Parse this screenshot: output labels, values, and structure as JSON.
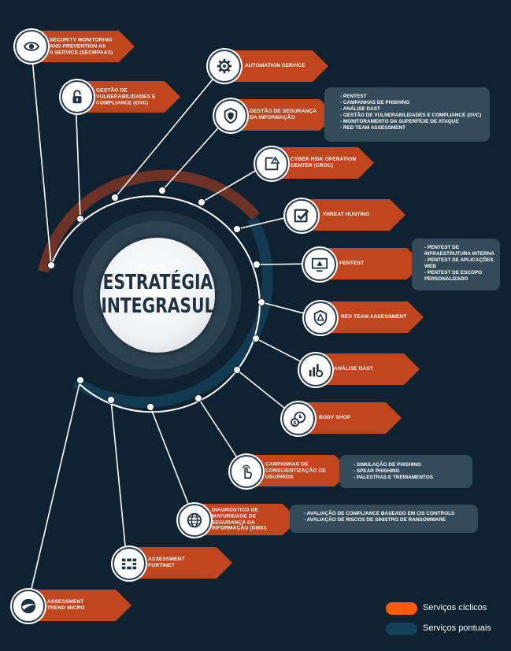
{
  "hub": {
    "title": "ESTRATÉGIA\nINTEGRASUL"
  },
  "services": [
    {
      "label": "SECURITY MONITORING\nAND PREVENTION AS\nA SERVICE (SECMPAAS)",
      "icon": "eye-icon"
    },
    {
      "label": "AUTOMATION SERVICE",
      "icon": "gear-icon"
    },
    {
      "label": "GESTÃO DE\nVULNERABILIDADES E\nCOMPLIANCE (GVC)",
      "icon": "lock-icon"
    },
    {
      "label": "GESTÃO DE SEGURANÇA\nDA INFORMAÇÃO",
      "icon": "shield-icon"
    },
    {
      "label": "CYBER RISK OPERATION\nCENTER (CROC)",
      "icon": "alert-window-icon"
    },
    {
      "label": "THREAT HUNTING",
      "icon": "checkbox-icon"
    },
    {
      "label": "PENTEST",
      "icon": "monitor-alert-icon"
    },
    {
      "label": "RED TEAM ASSESSMENT",
      "icon": "shield-alert-icon"
    },
    {
      "label": "ANÁLISE DAST",
      "icon": "bar-search-icon"
    },
    {
      "label": "BODY SHOP",
      "icon": "clock-coin-icon"
    },
    {
      "label": "CAMPANHAS DE\nCONSCIENTIZAÇÃO DE\nUSUÁRIOS",
      "icon": "hand-touch-icon"
    },
    {
      "label": "DIAGNÓSTICO DE\nMATURIDADE DE\nSEGURANÇA DA\nINFORMAÇÃO (DMSI)",
      "icon": "globe-icon"
    },
    {
      "label": "ASSESSMENT\nFORTINET",
      "icon": "fortinet-logo-icon"
    },
    {
      "label": "ASSESSMENT\nTREND MICRO",
      "icon": "trend-micro-logo-icon"
    }
  ],
  "details": {
    "gsi": [
      "- PENTEST",
      "- CAMPANHAS DE PHISHING",
      "- ANÁLISE DAST",
      "- GESTÃO DE VULNERABILIDADES E COMPLIANCE (GVC)",
      "- MONITORAMENTO DA SUPERFÍCIE DE ATAQUE",
      "- RED TEAM ASSESSMENT"
    ],
    "pentest": [
      "- PENTEST DE INFRAESTRUTURA INTERNA",
      "- PENTEST DE APLICAÇÕES WEB",
      "- PENTEST DE ESCOPO PERSONALIZADO"
    ],
    "campanhas": [
      "- Simulação de Phishing",
      "- Spear Phishing",
      "- Palestras e Treinamentos"
    ],
    "dmsi": [
      "- AVALIAÇÃO DE COMPLIANCE BASEADO EM CIS CONTROLS",
      "- AVALIAÇÃO DE RISCOS DE SINISTRO DE RANSOMWARE"
    ]
  },
  "legend": {
    "cyclic": {
      "label": "Serviços cíclicos",
      "color": "#ff5a0a"
    },
    "punctual": {
      "label": "Serviços pontuais",
      "color": "#17405a"
    }
  },
  "colors": {
    "background": "#0f2231",
    "service": "#c2461d",
    "cyclic_arc": "#6b3225",
    "punctual_arc": "#123b52",
    "info_box": "#344b5b"
  }
}
